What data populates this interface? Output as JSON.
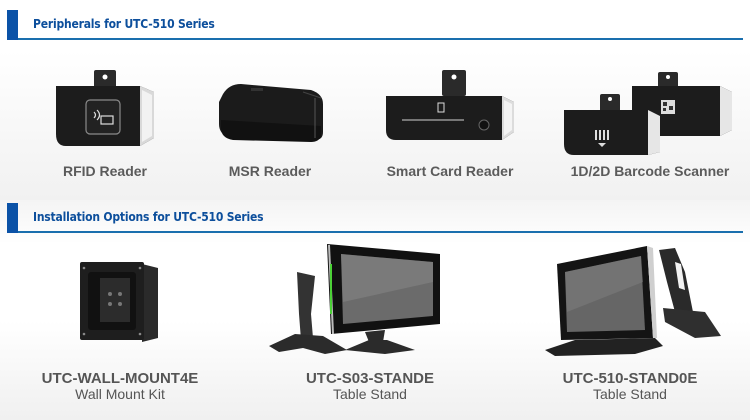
{
  "sections": [
    {
      "title": "Peripherals for UTC-510 Series",
      "items": [
        {
          "name": "RFID Reader",
          "icon": "rfid-reader-image"
        },
        {
          "name": "MSR Reader",
          "icon": "msr-reader-image"
        },
        {
          "name": "Smart Card Reader",
          "icon": "smart-card-reader-image"
        },
        {
          "name": "1D/2D Barcode Scanner",
          "icon": "barcode-scanner-image"
        }
      ]
    },
    {
      "title": "Installation Options for UTC-510 Series",
      "items": [
        {
          "model": "UTC-WALL-MOUNT4E",
          "name": "Wall Mount Kit",
          "icon": "wall-mount-image"
        },
        {
          "model": "UTC-S03-STANDE",
          "name": "Table Stand",
          "icon": "table-stand-image"
        },
        {
          "model": "UTC-510-STAND0E",
          "name": "Table Stand",
          "icon": "table-stand-image"
        }
      ]
    }
  ],
  "colors": {
    "accent": "#0b52a7",
    "rule": "#1a6fae",
    "label": "#5b5b5b"
  }
}
